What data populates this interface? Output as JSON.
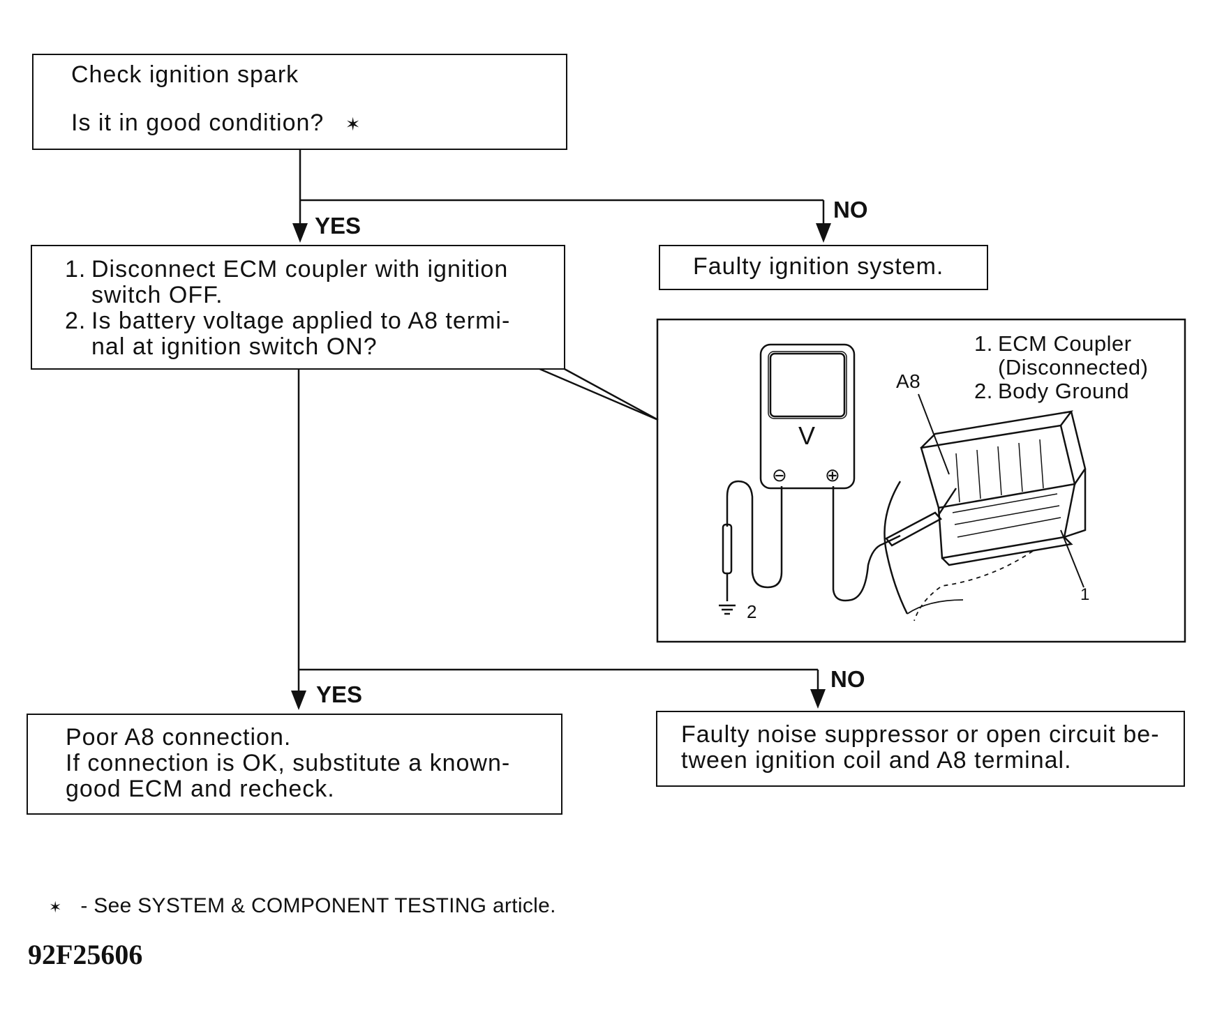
{
  "box1": {
    "line1": "Check ignition spark",
    "line2": "Is it in good condition?",
    "mark": "✶"
  },
  "box2": {
    "items": [
      {
        "num": "1.",
        "lines": [
          "Disconnect ECM coupler with ignition",
          "switch OFF."
        ]
      },
      {
        "num": "2.",
        "lines": [
          "Is battery voltage applied to A8 termi-",
          "nal at ignition switch ON?"
        ]
      }
    ]
  },
  "box_faulty_ignition": "Faulty ignition system.",
  "box_poor_a8": {
    "lines": [
      "Poor A8 connection.",
      "If connection is OK, substitute a known-",
      "good ECM and recheck."
    ]
  },
  "box_faulty_noise": {
    "lines": [
      "Faulty noise suppressor or open circuit be-",
      "tween ignition coil and A8 terminal."
    ]
  },
  "labels": {
    "yes": "YES",
    "no": "NO"
  },
  "illustration": {
    "legend": [
      {
        "num": "1.",
        "lines": [
          "ECM Coupler",
          "(Disconnected)"
        ]
      },
      {
        "num": "2.",
        "lines": [
          "Body Ground"
        ]
      }
    ],
    "terminal_label": "A8",
    "meter_symbol": "V",
    "minus": "⊖",
    "plus": "⊕",
    "callout_1": "1",
    "callout_2": "2"
  },
  "footnote": {
    "mark": "✶",
    "text": "-  See SYSTEM   & COMPONENT TESTING article."
  },
  "figure_id": "92F25606"
}
